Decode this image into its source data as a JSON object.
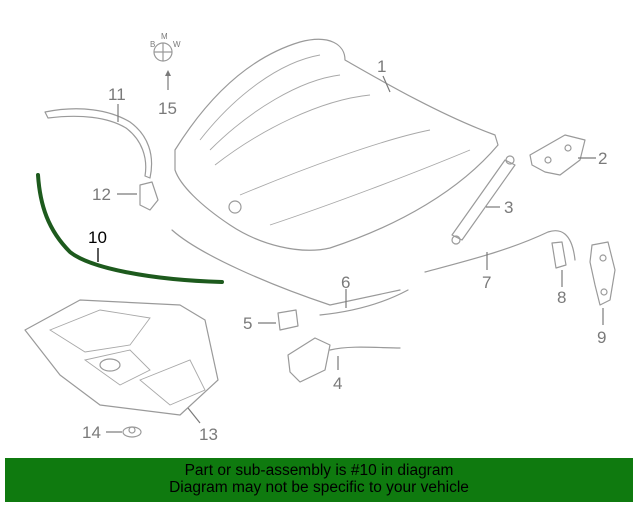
{
  "callouts": {
    "c1": "1",
    "c2": "2",
    "c3": "3",
    "c4": "4",
    "c5": "5",
    "c6": "6",
    "c7": "7",
    "c8": "8",
    "c9": "9",
    "c10": "10",
    "c11": "11",
    "c12": "12",
    "c13": "13",
    "c14": "14",
    "c15": "15"
  },
  "logo_letters": {
    "b": "B",
    "m": "M",
    "w": "W"
  },
  "highlight": {
    "part_number": "10",
    "color": "#1d5a1d"
  },
  "banner": {
    "line1": "Part or sub-assembly is #10 in diagram",
    "line2": "Diagram may not be specific to your vehicle",
    "background": "#0f7a0f"
  }
}
